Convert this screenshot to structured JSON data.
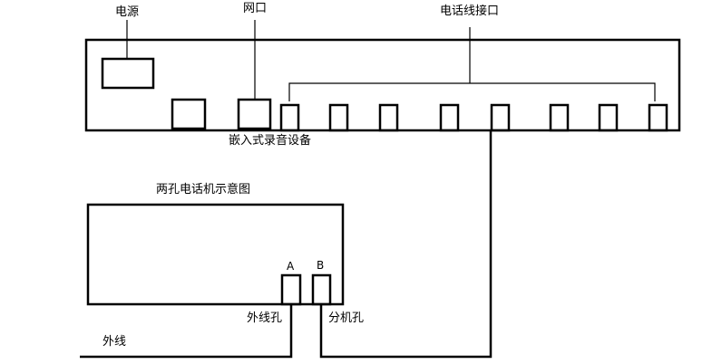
{
  "recorder": {
    "power_label": "电源",
    "network_label": "网口",
    "phone_ports_label": "电话线接口",
    "device_label": "嵌入式录音设备",
    "phone_port_count": 8
  },
  "phone": {
    "title": "两孔电话机示意图",
    "port_a": "A",
    "port_b": "B",
    "outer_hole_label": "外线孔",
    "extension_hole_label": "分机孔",
    "outer_line_label": "外线"
  }
}
